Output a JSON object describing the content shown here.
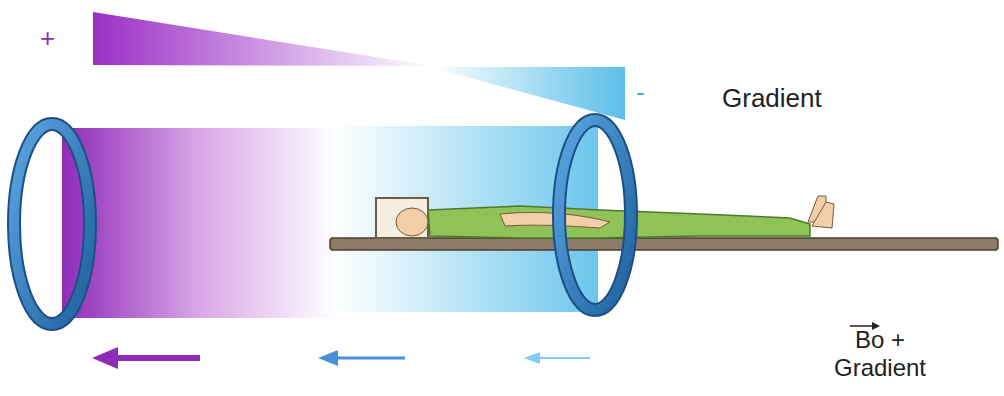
{
  "diagram": {
    "labels": [
      "+",
      "-",
      "Gradient",
      "Bo + Gradient"
    ]
  }
}
